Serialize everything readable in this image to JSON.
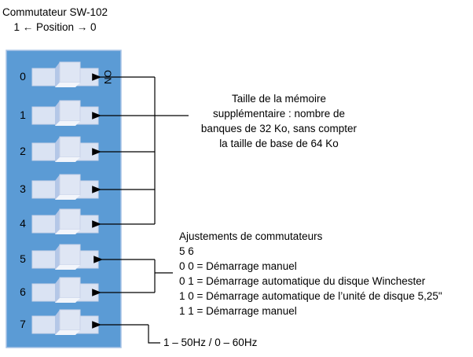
{
  "title": {
    "line1": "Commutateur SW-102",
    "line2": "1 ← Position → 0"
  },
  "switch_on_label": "ON",
  "switches": [
    "0",
    "1",
    "2",
    "3",
    "4",
    "5",
    "6",
    "7"
  ],
  "memory_note": [
    "Taille de la mémoire",
    "supplémentaire : nombre de",
    "banques de 32 Ko, sans compter",
    "la taille de base de 64 Ko"
  ],
  "settings": {
    "heading": "Ajustements de commutateurs",
    "columns": "5 6",
    "rows": [
      "0 0 = Démarrage manuel",
      "0 1 = Démarrage automatique du disque Winchester",
      "1 0 = Démarrage automatique de l’unité de disque 5,25\"",
      "1 1 = Démarrage manuel"
    ]
  },
  "frequency_note": "1 – 50Hz / 0 – 60Hz",
  "colors": {
    "panel": "#5b9bd5",
    "switch": "#dae3f3",
    "line": "#000000"
  }
}
